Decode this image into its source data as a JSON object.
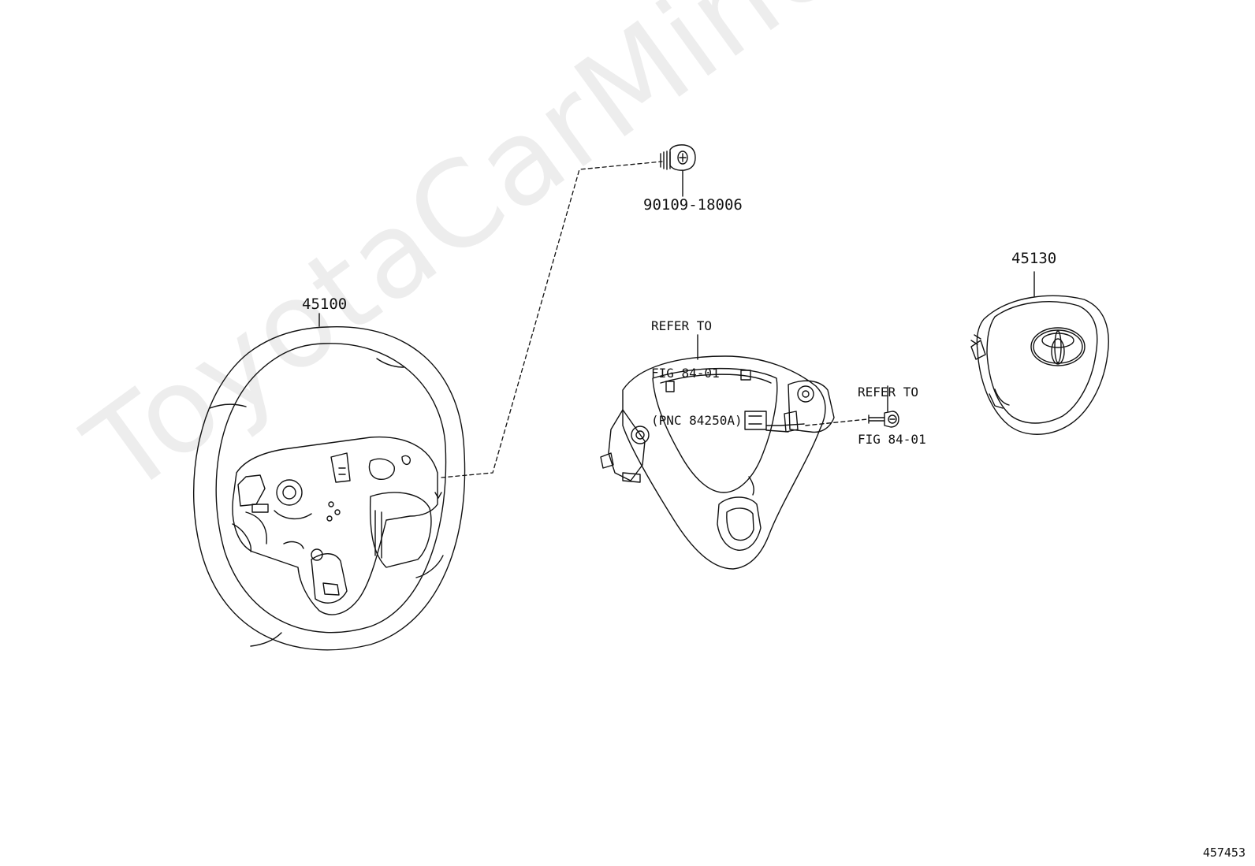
{
  "watermark": "ToyotaCarMine.ru",
  "figure_number": "457453",
  "parts": {
    "bolt": {
      "part_no": "90109-18006"
    },
    "steering_wheel": {
      "part_no": "45100"
    },
    "airbag": {
      "part_no": "45130"
    },
    "cover_ref": {
      "line1": "REFER TO",
      "line2": "FIG 84-01",
      "line3": "(PNC 84250A)"
    },
    "switch_ref": {
      "line1": "REFER TO",
      "line2": "FIG 84-01"
    }
  }
}
